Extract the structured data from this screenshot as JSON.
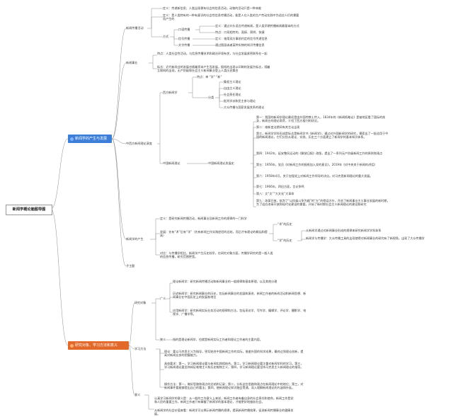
{
  "colors": {
    "blue_branch": "#3c7ed8",
    "orange_branch": "#e2692a",
    "line": "#8a8a8a",
    "root_border": "#999999"
  },
  "root": "新闻学概论脑图导图",
  "mains": [
    {
      "label": "新闻学的产生与发展",
      "icon": "blue-circle-icon"
    },
    {
      "label": "研究对象、学习方法和意义",
      "icon": "orange-circle-icon"
    }
  ],
  "b1": {
    "news_activity": "新闻传播活动",
    "nd1": "定义：传递新信息；人类出现便有社会的信息活动，动物的活动只是一种本能",
    "nd2": "定义：是人类特有的一种有意识的社会性信息传播活动，能是人在人类的生产劳动实践中为适应人们的需要而产生的",
    "method": "方式",
    "oral": "口语传播",
    "oral_def": "定义：通过口头语言传递新闻，是人类早期传播新闻最基本的方式",
    "oral_feat": "特点：口耳相传的、直接、简明、快捷",
    "signal": "信号传播",
    "signal_def": "定义：借用双方事前约定的信号传递信息",
    "written": "文字传播",
    "written_def": "通过图画或者某种实物的知识传播信息",
    "industry": "新闻事业",
    "ind1": "特点：人类社会性活动，与信息传播技术和政治环境有关，与社会发展紧密联系在一起",
    "ind2": "标志：近代新闻业的发展也随着资本产生而发展，报纸的出现以印刷的发展为标志，随着互联网的出现，无产阶级和社会主义新闻事业登上人类历史舞台",
    "western": "西方新闻学",
    "western_feat": "特点：单 “学”  “新”",
    "classify": "分类",
    "w_items": [
      "集权主义理论",
      "自由主义理论",
      "社会责任理论",
      "批判学派和民主参与理论",
      "大众传播与国家发展关系的理论"
    ],
    "cn_history": "中西方新闻理论演变",
    "cn_theory": "中国新闻理论",
    "cn_dev": "中国新闻理论发展史",
    "cn_stages": [
      "第一：我国的新闻学理论最初是由外国传教士传入，1834年的《新闻纸略论》是被地区看了国际的前身，新闻业的理论萌芽，介绍了西方报刊的状况。",
      "第二：维新变法期间有关言论出现",
      "第三，新闻学学科形成是标志是新闻学书《新闻学》，通过对外国新闻学的研究，摸索出了一批适用于中国的新闻理论，它们分别从理论、实践、历史三个方面建立了新闻学的基本知识体系。",
      "第四：1942年，延安整风运动的《解放日报》改版，提出了一系列无产阶级新闻工作的原则和观点",
      "第五：1956年，党员《对新闻工作的报纸加入发的意见》，2019年《对中央关于新闻的讲话》",
      "第六：1958年4月，关于加强党上对新闻工作领导的决议。对马克思新闻理论的重大发展。",
      "第七：1966年，四旧方面，言论争鸣",
      "第八：文“文”“大文化”大革命",
      "第九：改革开放，批判了“以阶级斗争为纲”的“左”的错误方针，开创了新闻事业主义事业发展的新时期，为了适应改革开放和现代化建设的需要，开始了新时期社会主义新闻理论的建设和研究"
    ],
    "origin": "新闻学的产生",
    "or1": "定义：是研究新闻传播活动、新闻事业及新闻工作的规律的一门科学",
    "or2": "发展：先有“术”后有“学”（先有新闻工作实践经验的总结，而后才有理论的概括和提高）",
    "or3": "对比：与传播学相比，新闻学产生历史较早，在研究对象方面，传播学研究的是一般人类的信息传播，研究范围更宽。",
    "shu": "“术”的历史",
    "xue": "“学”的历史",
    "xue1": "从新闻学通过对新闻事业形成的规律来研究新闻学学科体系",
    "xue2": "新闻学与传播学：大众传播工具的出现使得对新闻事业的研究有了新视角，出现了大众传播学",
    "sub_empty": "子主题"
  },
  "b2": {
    "object": "研究对象",
    "broad": "广义",
    "broad_items": [
      "理论新闻学：研究新闻传播活动和新闻事业的一般规律和基本原理，以及其他分理",
      "历史新闻学：研究新闻事业的历史，包括新闻事业的发展和演进、新闻工作者的新闻活动和新闻思想、新闻事业在中国历史上的发展和地位",
      "应用新闻学：研究新闻实际业务活动的规律和方法，包括采访学、写作学、编辑学、评论学、摄影学、电视学、广播学等。"
    ],
    "narrow": "狭义",
    "narrow_def": "指的是理论新闻学，也就是新闻实际工作者和理论工作者的主要内容。",
    "method": "学习方法",
    "m1": "理论：要以马克思主义为指导，密切结合中国新闻工作的实际，借鉴外国的科学成果，最终达到理论创新，提高对新闻业务的把握能力。",
    "m2": "具体要求：第一，学习新闻理论要与新闻实践相结合，第二，学习新闻理论要注重对新闻学科的学习。第三，学习新闻理论要坚持辩证唯物主义和历史唯物主义，第四，学习新闻理论要坚持马克思主义新闻理论的指导。",
    "m3": "操作方法：第一，做好思路和观点的总结和记录；第二，分析这些思路和观点在新闻理论中的地位；第三，对新闻事件要能够提出自己的看法；第四，使新闻理论知识融会贯通，深入理解新闻理论的内涵和外延。",
    "meaning": "意义",
    "me1": "认真学习新闻学的意义是：从一般的工作意义上来说，新闻工作者有着自身的社会责任和使命，新闻工作是党和人民的重要工作，新闻工作者只有掌握了新闻学的基本理论，才能更好地服务社会。",
    "me2": "从新闻学的社会价值来看：新闻学可以揭示新闻传播的规律，提高新闻传播效果，促进新闻传播事业的健康发展。"
  }
}
